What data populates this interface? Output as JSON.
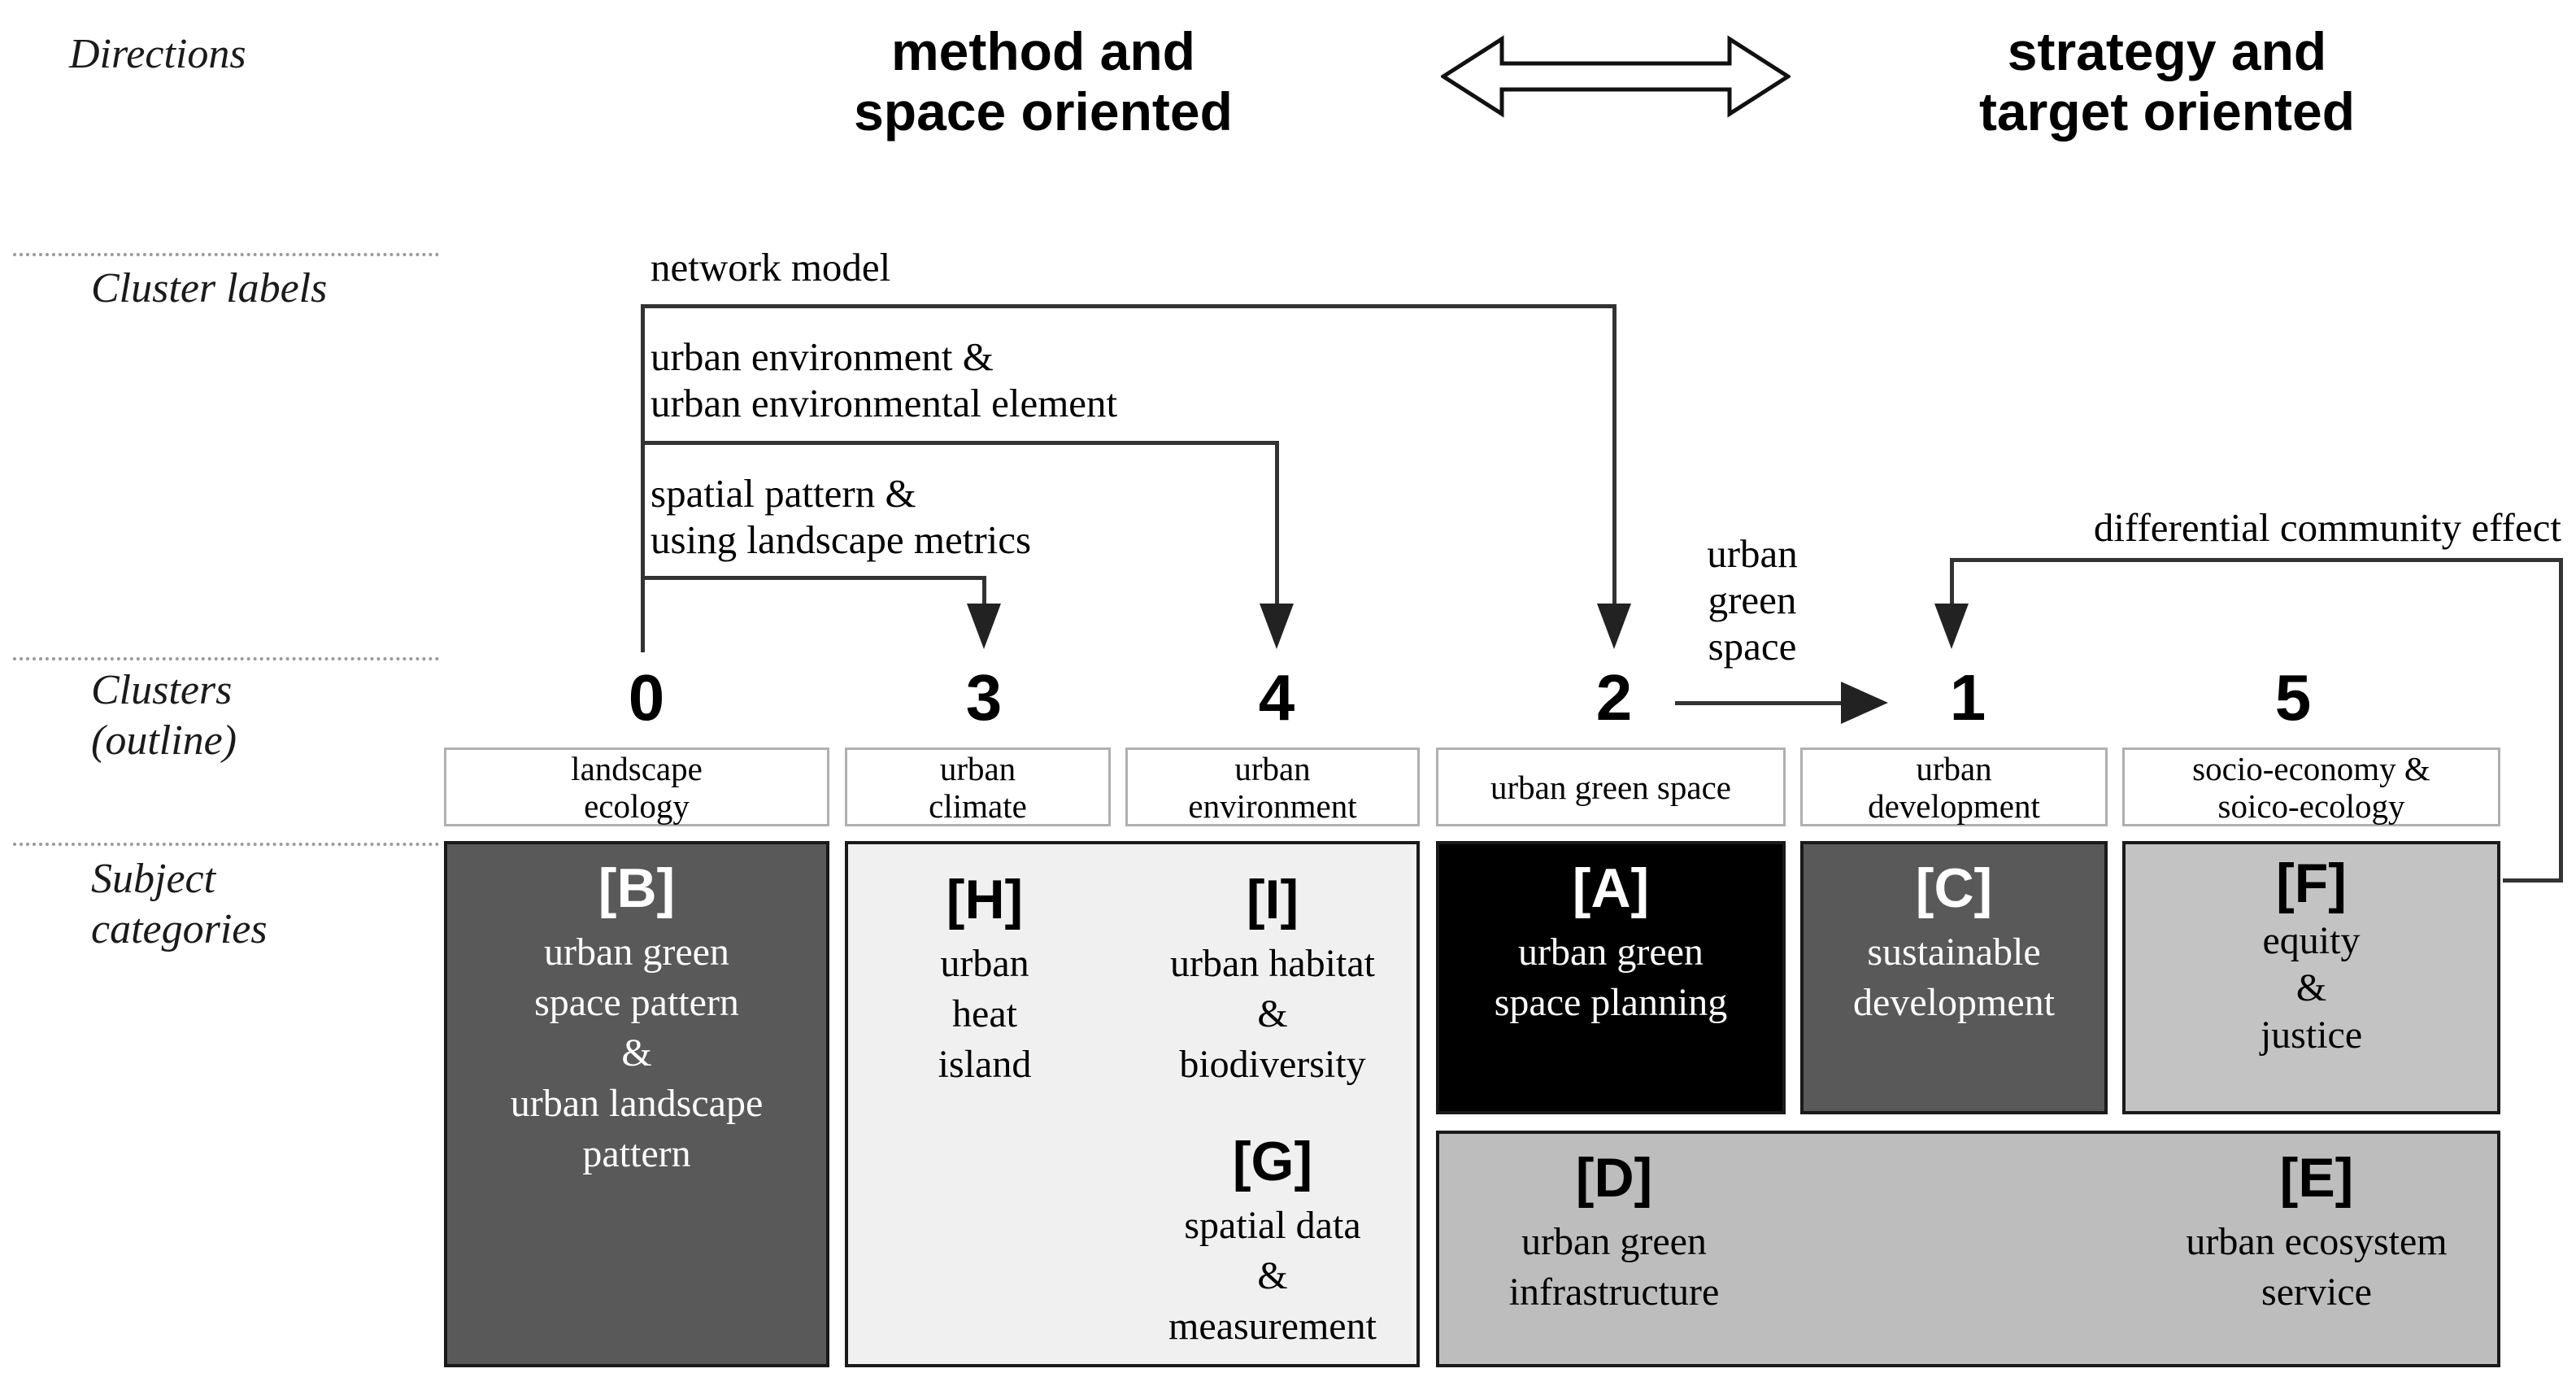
{
  "row_labels": {
    "directions": "Directions",
    "cluster_labels": "Cluster labels",
    "clusters": "Clusters\n(outline)",
    "subject_categories": "Subject\ncategories"
  },
  "directions": {
    "left": "method and\nspace oriented",
    "right": "strategy and\ntarget oriented"
  },
  "cluster_labels": {
    "network_model": "network model",
    "urban_environment": "urban environment &\nurban environmental element",
    "spatial_pattern": "spatial pattern &\nusing landscape metrics",
    "urban_green_space": "urban\ngreen\nspace",
    "differential_community_effect": "differential community effect"
  },
  "clusters": [
    {
      "number": "0",
      "outline": "landscape\necology"
    },
    {
      "number": "3",
      "outline": "urban\nclimate"
    },
    {
      "number": "4",
      "outline": "urban\nenvironment"
    },
    {
      "number": "2",
      "outline": "urban green space"
    },
    {
      "number": "1",
      "outline": "urban\ndevelopment"
    },
    {
      "number": "5",
      "outline": "socio-economy &\nsoico-ecology"
    }
  ],
  "subject_categories": {
    "B": {
      "tag": "[B]",
      "label": "urban green\nspace pattern\n&\nurban landscape\npattern"
    },
    "H": {
      "tag": "[H]",
      "label": "urban\nheat\nisland"
    },
    "I": {
      "tag": "[I]",
      "label": "urban habitat\n&\nbiodiversity"
    },
    "G": {
      "tag": "[G]",
      "label": "spatial data\n&\nmeasurement"
    },
    "A": {
      "tag": "[A]",
      "label": "urban green\nspace planning"
    },
    "C": {
      "tag": "[C]",
      "label": "sustainable\ndevelopment"
    },
    "F": {
      "tag": "[F]",
      "label": "equity\n&\njustice"
    },
    "D": {
      "tag": "[D]",
      "label": "urban green\ninfrastructure"
    },
    "E": {
      "tag": "[E]",
      "label": "urban ecosystem\nservice"
    }
  },
  "colors": {
    "dark_box": "#595959",
    "black_box": "#000000",
    "light_panel": "#f0f0f0",
    "mid_gray_box": "#c3c3c3",
    "bottom_gray_box": "#bdbdbd",
    "line": "#333333",
    "white_box_border": "#b0b0b0"
  }
}
